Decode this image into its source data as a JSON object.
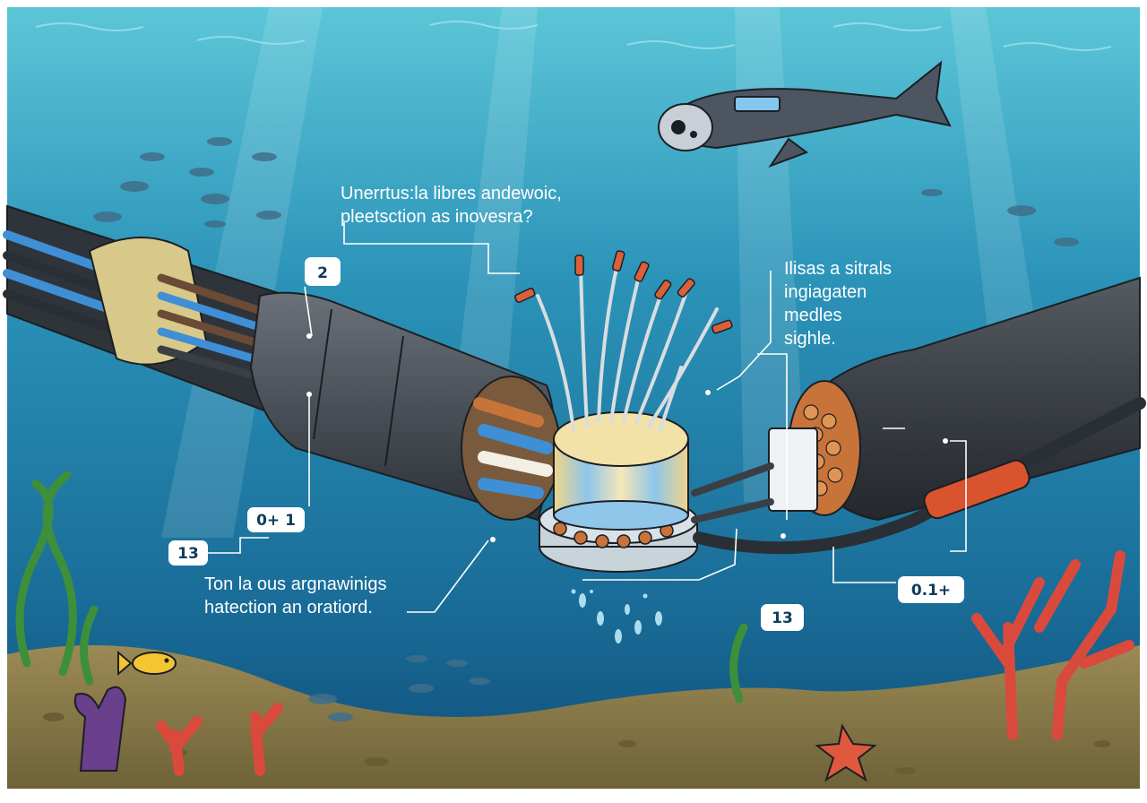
{
  "callouts": {
    "top": {
      "line1": "Unerrtus:la libres andewoic,",
      "line2": "pleetsction as inovesra?"
    },
    "right": {
      "line1": "Ilisas a sitrals",
      "line2": "ingiagaten",
      "line3": "medles",
      "line4": "sighle."
    },
    "bottom_left": {
      "line1": "Ton la ous argnawinigs",
      "line2": "hatection an oratiord."
    }
  },
  "badges": {
    "badge_2": "2",
    "badge_0p1": "0+ 1",
    "badge_13_left": "13",
    "badge_13_bottom": "13",
    "badge_01p": "0.1+"
  },
  "colors": {
    "water_top": "#5cc6d8",
    "water_mid": "#1f7fa6",
    "water_bottom": "#0f4f7a",
    "cable_dark": "#3a3f45",
    "cable_mid": "#5b6168",
    "insulation_tan": "#d8c98a",
    "fiber_blue": "#3f8fd6",
    "copper": "#c8733a",
    "coral_red": "#d94a3c",
    "seabed": "#8a7a4a"
  },
  "icons": [
    "drone-icon",
    "fish-school-icon",
    "coral-icon",
    "seaweed-icon",
    "starfish-icon",
    "bubbles-icon"
  ]
}
